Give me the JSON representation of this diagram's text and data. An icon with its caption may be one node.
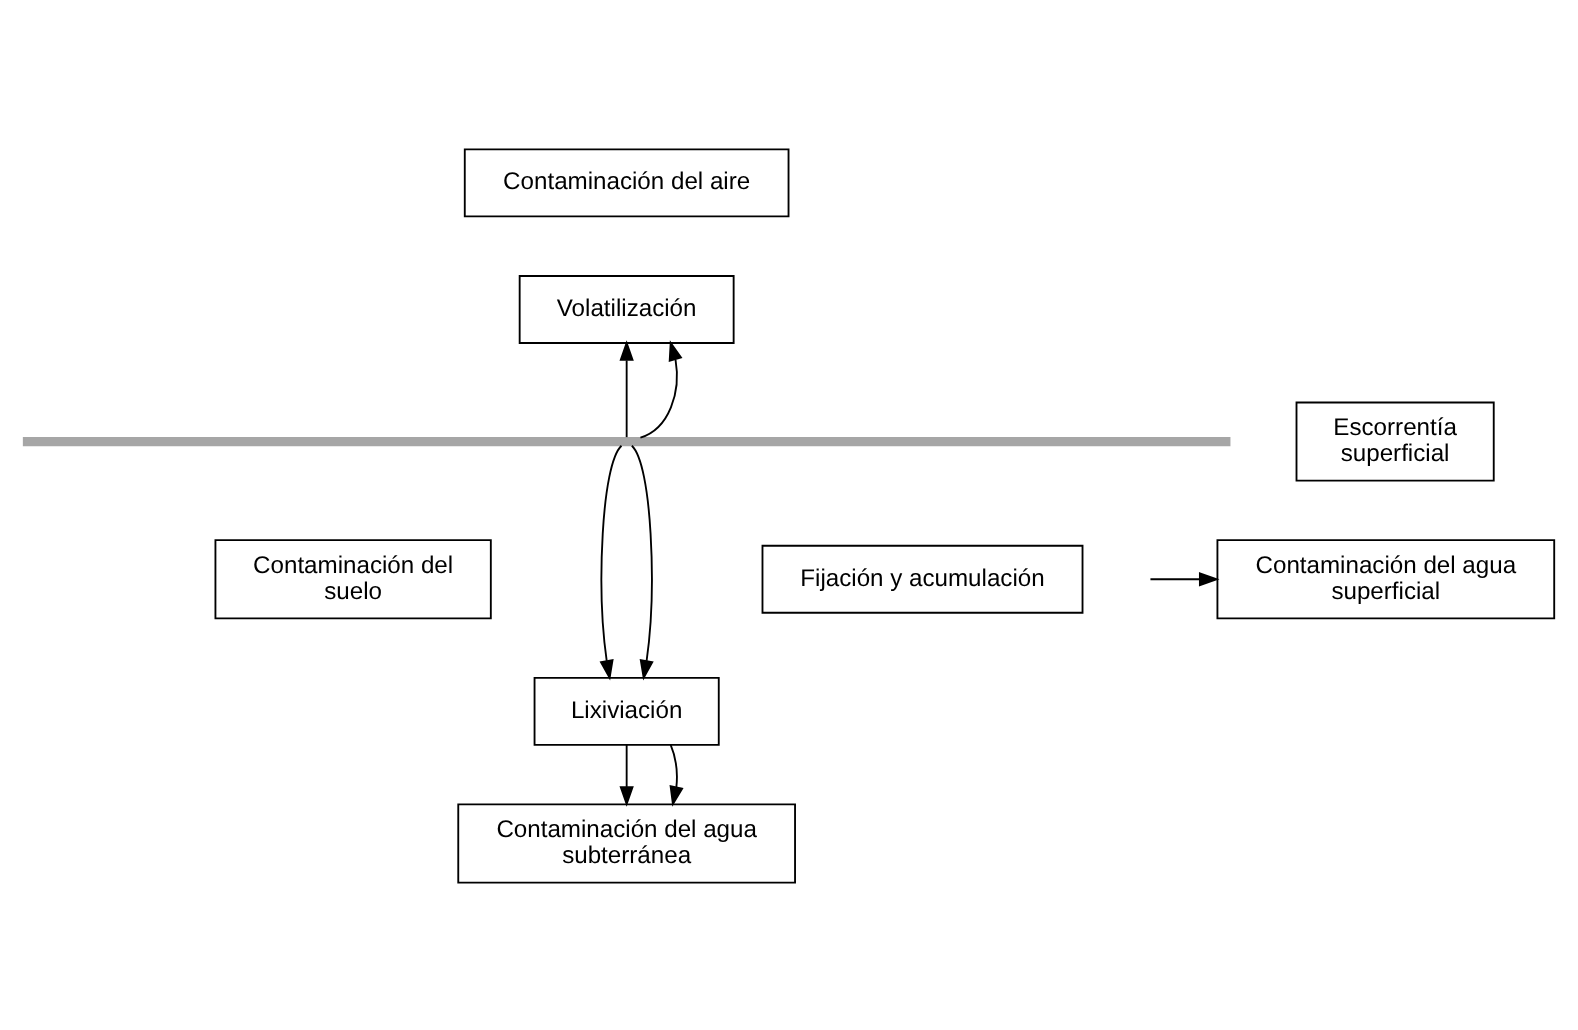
{
  "diagram": {
    "nodes": [
      {
        "text": [
          "Contaminación del aire"
        ]
      },
      {
        "text": [
          "Volatilización"
        ]
      },
      {
        "text": [],
        "shape": "bar"
      },
      {
        "text": [
          "Escorrentía superficial"
        ]
      },
      {
        "text": [
          "Contaminación del suelo"
        ]
      },
      {
        "text": [
          "Fijación y acumulación"
        ]
      },
      {
        "text": [
          "Contaminación del agua superficial"
        ]
      },
      {
        "text": [
          "Lixiviación"
        ]
      },
      {
        "text": [
          "Contaminación del agua subterránea"
        ]
      }
    ],
    "edges": [
      {
        "from": 2,
        "to": 1,
        "arrow": "to"
      },
      {
        "from": 2,
        "to": 1,
        "arrow": "to"
      },
      {
        "from": 2,
        "to": 7,
        "arrow": "to"
      },
      {
        "from": 2,
        "to": 7,
        "arrow": "to"
      },
      {
        "from": 7,
        "to": 8,
        "arrow": "to"
      },
      {
        "from": 7,
        "to": 8,
        "arrow": "to"
      },
      {
        "from": null,
        "to": 6,
        "arrow": "to"
      }
    ]
  }
}
